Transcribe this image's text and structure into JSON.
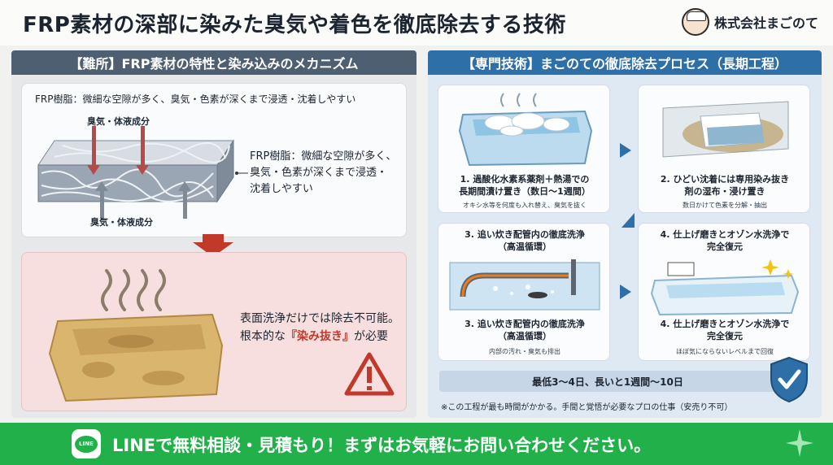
{
  "header": {
    "title": "FRP素材の深部に染みた臭気や着色を徹底除去する技術",
    "company": "株式会社まごのて"
  },
  "left": {
    "heading": "【難所】FRP素材の特性と染み込みのメカニズム",
    "caption": "FRP樹脂：微細な空隙が多く、臭気・色素が深くまで浸透・沈着しやすい",
    "smell_top": "臭気・体液成分",
    "smell_bottom": "臭気・体液成分",
    "frp_label_lines": [
      "FRP樹脂：微細な空隙が多く、",
      "臭気・色素が深くまで浸透・",
      "沈着しやすい"
    ],
    "tub_line1": "表面洗浄だけでは除去不可能。",
    "tub_line2_pre": "根本的な",
    "tub_line2_highlight": "『染み抜き』",
    "tub_line2_post": "が必要"
  },
  "right": {
    "heading": "【専門技術】まごのての徹底除去プロセス（長期工程）",
    "steps": [
      {
        "title": [
          "1. 過酸化水素系薬剤＋熱湯での",
          "長期間漬け置き（数日〜1週間）"
        ],
        "note": "オキシ水等を何度も入れ替え、臭気を抜く"
      },
      {
        "title": [
          "2. ひどい沈着には専用染み抜き",
          "剤の湿布・浸け置き"
        ],
        "note": "数日かけて色素を分解・抽出"
      },
      {
        "title": [
          "3. 追い炊き配管内の徹底洗浄",
          "（高温循環）"
        ],
        "title2": [
          "3. 追い炊き配管内の徹底洗浄",
          "（高温循環）"
        ],
        "note": "内部の汚れ・臭気も排出"
      },
      {
        "title": [
          "4. 仕上げ磨きとオゾン水洗浄で",
          "完全復元"
        ],
        "title2": [
          "4. 仕上げ磨きとオゾン水洗浄で",
          "完全復元"
        ],
        "note": "ほぼ気にならないレベルまで回復"
      }
    ],
    "duration": "最低3〜4日、長いと1週間〜10日",
    "duration_note": "※この工程が最も時間がかかる。手間と覚悟が必要なプロの仕事（安売り不可）"
  },
  "footer": {
    "line_badge": "LINE",
    "text": "LINEで無料相談・見積もり！まずはお気軽にお問い合わせください。"
  },
  "colors": {
    "left_header": "#4e5f72",
    "right_header": "#2f6fa8",
    "footer": "#22b04a",
    "warning": "#c0392b"
  },
  "icons": [
    "avatar-icon",
    "down-arrow-icon",
    "chevron-right-icon",
    "chevron-down-left-icon",
    "warning-icon",
    "shield-check-icon",
    "line-logo-icon",
    "sparkle-icon"
  ]
}
